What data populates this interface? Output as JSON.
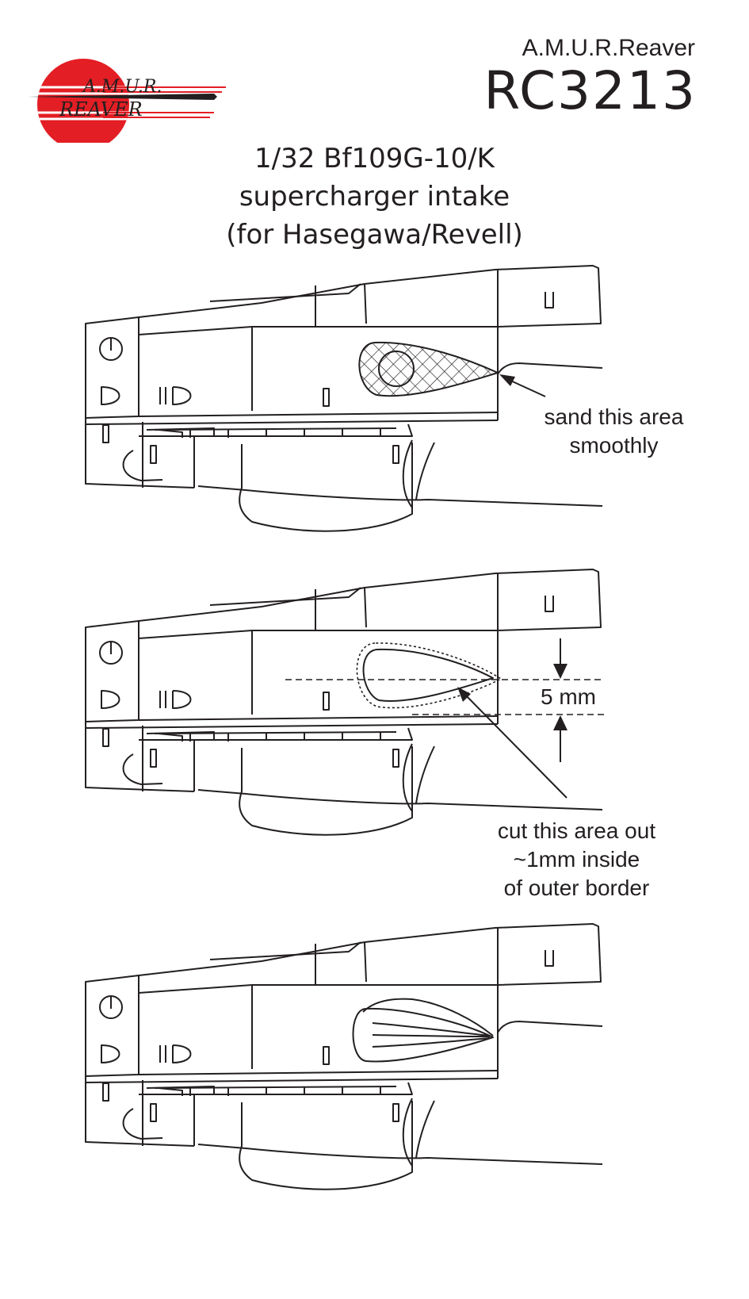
{
  "brand": "A.M.U.R.Reaver",
  "product_code": "RC3213",
  "logo": {
    "line1": "A.M.U.R.",
    "line2": "REAVER",
    "accent": "#e31e24"
  },
  "title": {
    "line1": "1/32 Bf109G-10/K",
    "line2": "supercharger intake",
    "line3": "(for Hasegawa/Revell)"
  },
  "step1": {
    "note_line1": "sand this area",
    "note_line2": "smoothly"
  },
  "step2": {
    "dimension": "5 mm",
    "note_line1": "cut this area out",
    "note_line2": "~1mm inside",
    "note_line3": "of outer border"
  },
  "colors": {
    "line": "#231f20",
    "accent": "#e31e24"
  }
}
